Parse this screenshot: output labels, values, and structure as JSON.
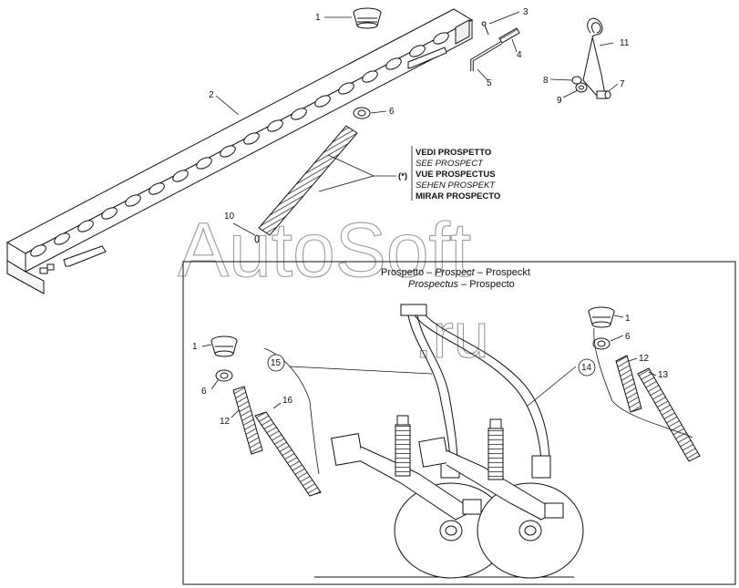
{
  "watermark": {
    "brand": "AutoSoft",
    "domain": ".ru"
  },
  "note": {
    "marker": "(*)",
    "lines": [
      "VEDI PROSPETTO",
      "SEE PROSPECT",
      "VUE PROSPECTUS",
      "SEHEN PROSPEKT",
      "MIRAR PROSPECTO"
    ]
  },
  "prospect_header": {
    "line1_a": "Prospetto – ",
    "line1_b": "Prospect",
    "line1_c": " – Prospeckt",
    "line2_a": "Prospectus",
    "line2_b": " – Prospecto"
  },
  "callouts": {
    "main": {
      "c1": "1",
      "c2": "2",
      "c3": "3",
      "c4": "4",
      "c5": "5",
      "c6": "6",
      "c7": "7",
      "c8": "8",
      "c9": "9",
      "c10": "10",
      "c11": "11"
    },
    "left_detail": {
      "c1": "1",
      "c6": "6",
      "c12": "12",
      "c15": "15",
      "c16": "16"
    },
    "right_detail": {
      "c1": "1",
      "c6": "6",
      "c12": "12",
      "c13": "13",
      "c14": "14"
    }
  }
}
